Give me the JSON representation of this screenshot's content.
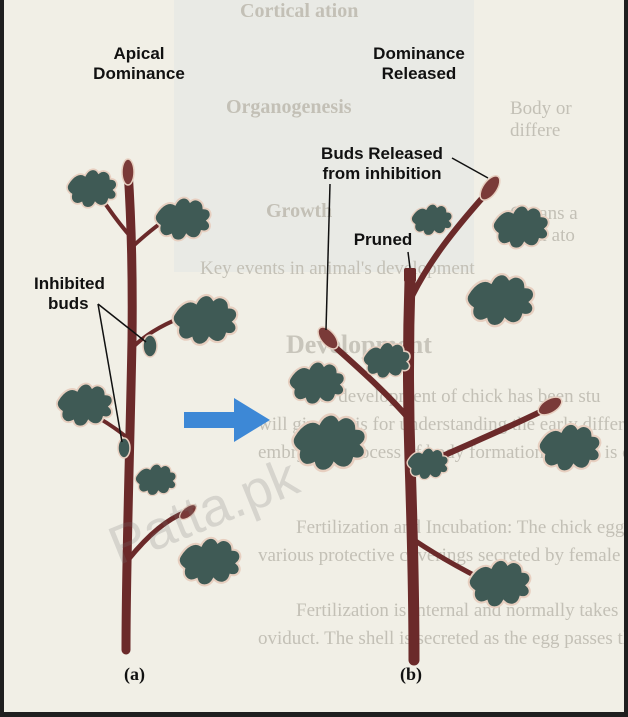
{
  "labels": {
    "apical_dominance": [
      "Apical",
      "Dominance"
    ],
    "dominance_released": [
      "Dominance",
      "Released"
    ],
    "inhibited_buds": [
      "Inhibited",
      "buds"
    ],
    "buds_released": [
      "Buds Released",
      "from inhibition"
    ],
    "pruned": "Pruned",
    "caption_a": "(a)",
    "caption_b": "(b)"
  },
  "watermark": "Patta.pk",
  "background_text": {
    "row1": "Cortical ation",
    "row2": "Organogenesis",
    "row3": "Growth",
    "side1": [
      "Body or",
      "differe"
    ],
    "side2": [
      "Organs a",
      "form ato"
    ],
    "key": "Key events in animal's development",
    "heading": "Development",
    "para": [
      "The development of chick has been stu",
      "will give basis for understanding the early differe",
      "embryonic process of body formation, which is co",
      "Fertilization and Incubation: The chick egg",
      "various protective coverings secreted by female re",
      "Fertilization is internal and normally takes",
      "oviduct. The shell is secreted as the egg passes throu"
    ]
  },
  "colors": {
    "stem": "#6b2a2a",
    "leaf": "#3f5a55",
    "leaf_edge": "#e7cfc0",
    "arrow": "#3d88d6"
  }
}
